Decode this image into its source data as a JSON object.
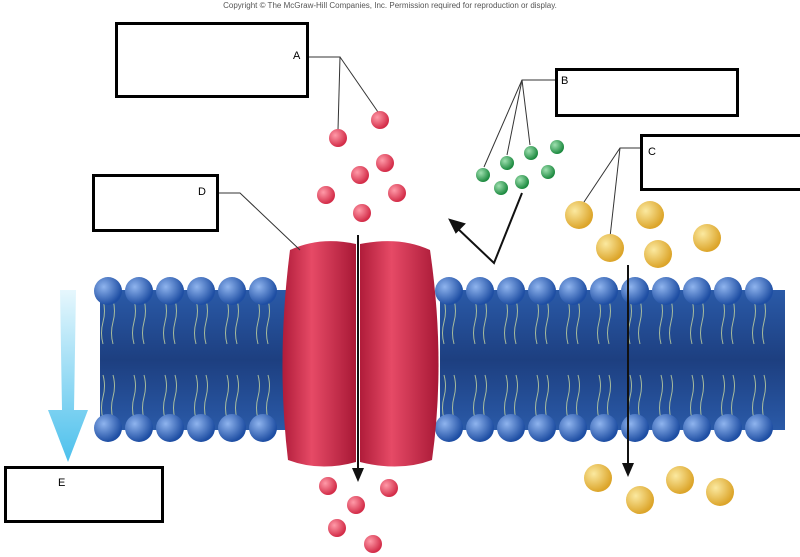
{
  "copyright": "Copyright © The McGraw-Hill Companies, Inc. Permission required for reproduction or display.",
  "labels": {
    "a": "A",
    "b": "B",
    "c": "C",
    "d": "D",
    "e": "E"
  },
  "colors": {
    "membrane_head": "#3d6fc4",
    "channel": "#d0304f",
    "red_molecule": "#e0405a",
    "green_molecule": "#2e9e52",
    "yellow_molecule": "#e8b83c",
    "gradient_arrow": "#5fc8ee"
  }
}
